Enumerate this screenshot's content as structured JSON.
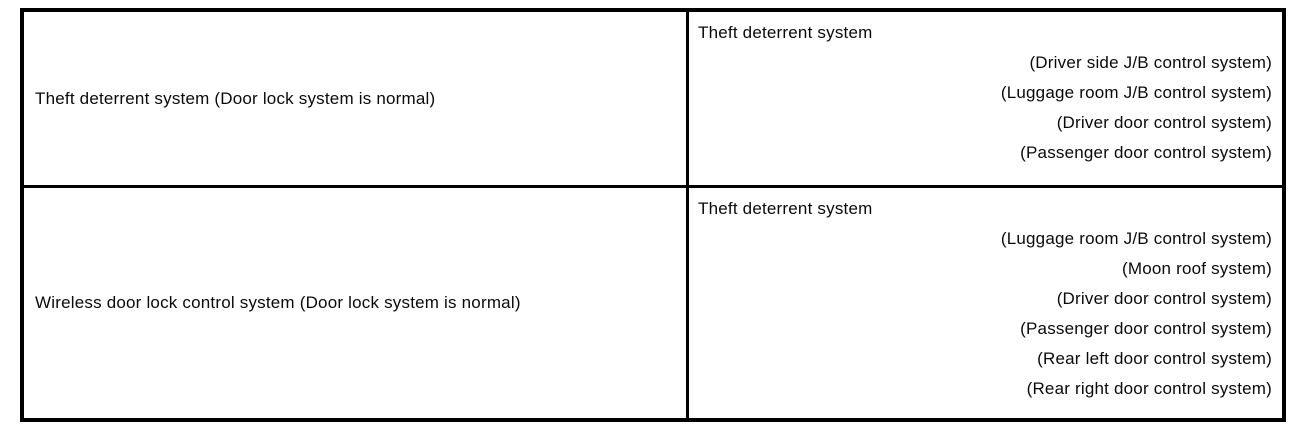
{
  "page": {
    "background_color": "#ffffff",
    "border_color": "#000000",
    "text_color": "#0a0a0a"
  },
  "table": {
    "rows": [
      {
        "left": "Theft deterrent system (Door lock system is normal)",
        "right_heading": "Theft deterrent system",
        "right_items": [
          "(Driver side J/B control system)",
          "(Luggage room J/B control system)",
          "(Driver door control system)",
          "(Passenger door control system)"
        ]
      },
      {
        "left": "Wireless door lock control system (Door lock system is normal)",
        "right_heading": "Theft deterrent system",
        "right_items": [
          "(Luggage room J/B control system)",
          "(Moon roof system)",
          "(Driver door control system)",
          "(Passenger door control system)",
          "(Rear left door control system)",
          "(Rear right door control system)"
        ]
      }
    ]
  }
}
